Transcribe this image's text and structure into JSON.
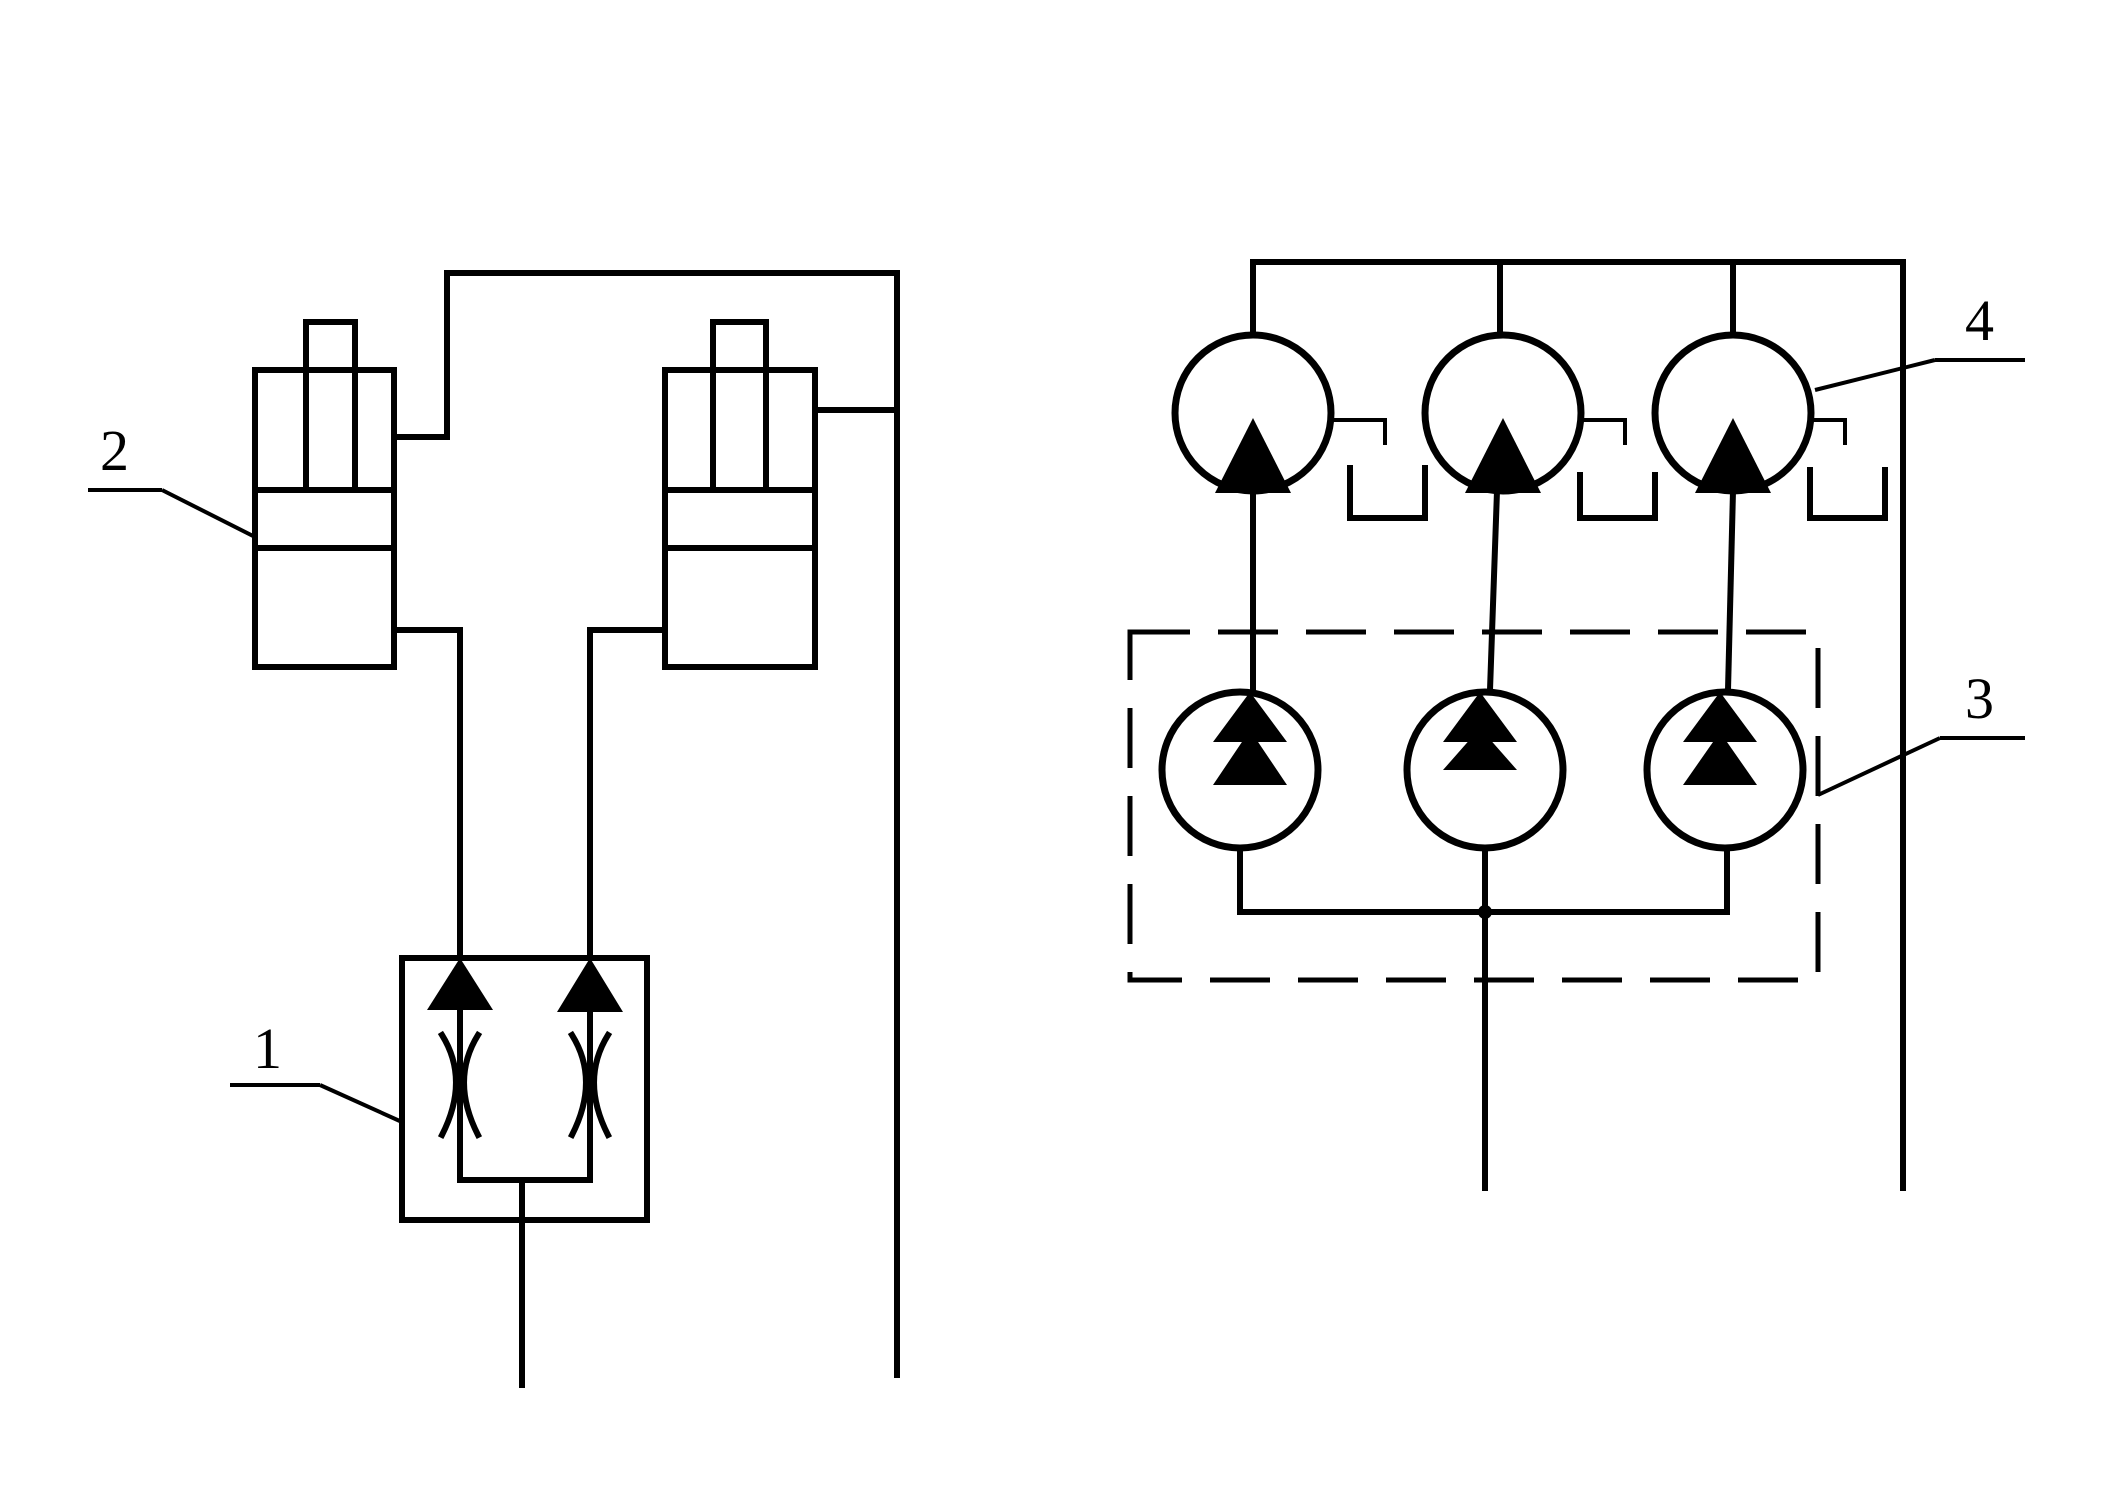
{
  "labels": {
    "valve": "1",
    "cylinder": "2",
    "pump_group": "3",
    "motor": "4"
  },
  "colors": {
    "ink": "#000000",
    "paper": "#ffffff"
  }
}
